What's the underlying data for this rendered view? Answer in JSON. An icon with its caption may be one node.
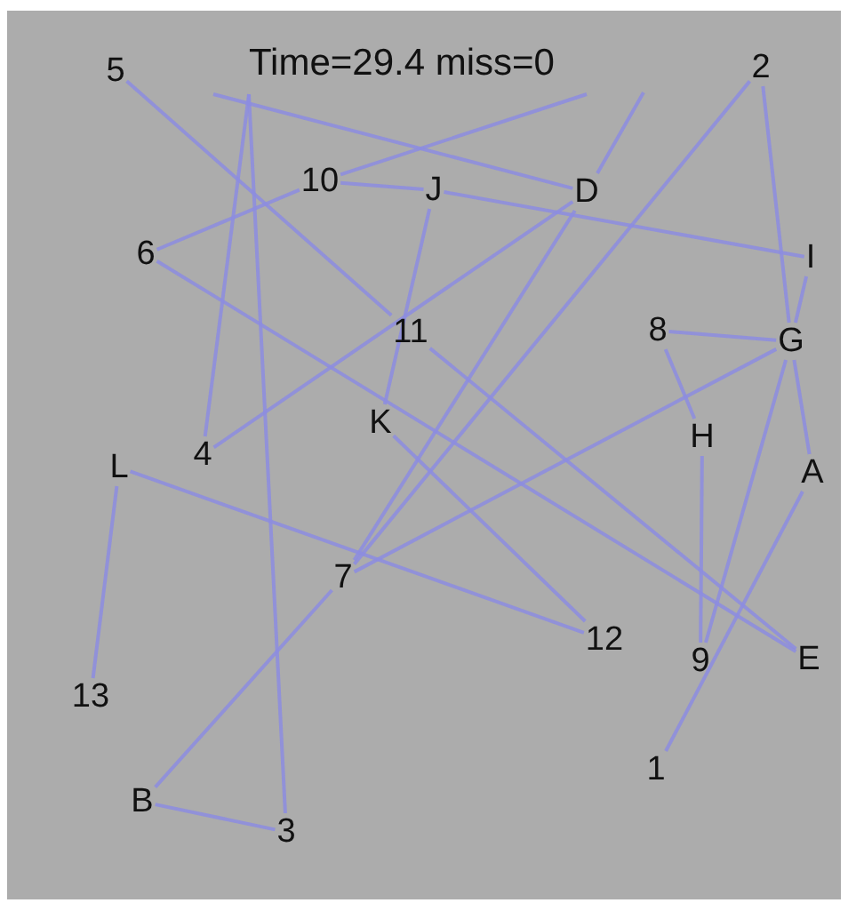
{
  "diagram": {
    "title": "Time=29.4 miss=0",
    "nodes": [
      {
        "text": [
          "5"
        ]
      },
      {
        "text": [
          "2"
        ]
      },
      {
        "text": [
          "10"
        ]
      },
      {
        "text": [
          "J"
        ]
      },
      {
        "text": [
          "D"
        ]
      },
      {
        "text": [
          "6"
        ]
      },
      {
        "text": [
          "I"
        ]
      },
      {
        "text": [
          "11"
        ]
      },
      {
        "text": [
          "8"
        ]
      },
      {
        "text": [
          "G"
        ]
      },
      {
        "text": [
          "K"
        ]
      },
      {
        "text": [
          "4"
        ]
      },
      {
        "text": [
          "H"
        ]
      },
      {
        "text": [
          "L"
        ]
      },
      {
        "text": [
          "A"
        ]
      },
      {
        "text": [
          "7"
        ]
      },
      {
        "text": [
          "12"
        ]
      },
      {
        "text": [
          "9"
        ]
      },
      {
        "text": [
          "E"
        ]
      },
      {
        "text": [
          "13"
        ]
      },
      {
        "text": [
          "1"
        ]
      },
      {
        "text": [
          "B"
        ]
      },
      {
        "text": [
          "3"
        ]
      }
    ],
    "edges": [
      {
        "from": 0,
        "to": 7,
        "arrow": "none"
      },
      {
        "from": 7,
        "to": 18,
        "arrow": "none"
      },
      {
        "from": 5,
        "to": 18,
        "arrow": "none"
      },
      {
        "from": 5,
        "to": 2,
        "arrow": "none"
      },
      {
        "from": 2,
        "to": null,
        "arrow": "none"
      },
      {
        "from": null,
        "to": 11,
        "arrow": "none"
      },
      {
        "from": null,
        "to": 22,
        "arrow": "none"
      },
      {
        "from": null,
        "to": 4,
        "arrow": "none"
      },
      {
        "from": 2,
        "to": 3,
        "arrow": "none"
      },
      {
        "from": 3,
        "to": 6,
        "arrow": "none"
      },
      {
        "from": 3,
        "to": 10,
        "arrow": "none"
      },
      {
        "from": 4,
        "to": 11,
        "arrow": "none"
      },
      {
        "from": 4,
        "to": 15,
        "arrow": "none"
      },
      {
        "from": 4,
        "to": null,
        "arrow": "none"
      },
      {
        "from": 1,
        "to": 15,
        "arrow": "none"
      },
      {
        "from": 1,
        "to": 9,
        "arrow": "none"
      },
      {
        "from": 6,
        "to": 9,
        "arrow": "none"
      },
      {
        "from": 8,
        "to": 9,
        "arrow": "none"
      },
      {
        "from": 8,
        "to": 12,
        "arrow": "none"
      },
      {
        "from": 12,
        "to": 17,
        "arrow": "none"
      },
      {
        "from": 9,
        "to": 17,
        "arrow": "none"
      },
      {
        "from": 9,
        "to": 15,
        "arrow": "none"
      },
      {
        "from": 9,
        "to": 14,
        "arrow": "none"
      },
      {
        "from": 14,
        "to": 20,
        "arrow": "none"
      },
      {
        "from": 10,
        "to": 16,
        "arrow": "none"
      },
      {
        "from": 13,
        "to": 16,
        "arrow": "none"
      },
      {
        "from": 13,
        "to": 19,
        "arrow": "none"
      },
      {
        "from": 15,
        "to": 21,
        "arrow": "none"
      },
      {
        "from": 21,
        "to": 22,
        "arrow": "none"
      }
    ]
  }
}
